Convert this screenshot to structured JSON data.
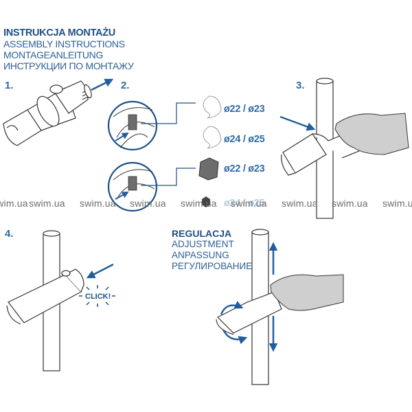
{
  "header": {
    "title_pl": "INSTRUKCJA MONTAŻU",
    "title_en": "ASSEMBLY INSTRUCTIONS",
    "title_de": "MONTAGEANLEITUNG",
    "title_ru": "ИНСТРУКЦИИ ПО МОНТАЖУ"
  },
  "steps": [
    {
      "number": "1."
    },
    {
      "number": "2."
    },
    {
      "number": "3."
    },
    {
      "number": "4."
    }
  ],
  "inserts": [
    {
      "type": "clip-insert",
      "size": "ø22 / ø23"
    },
    {
      "type": "clip-insert",
      "size": "ø24 / ø25"
    },
    {
      "type": "block-insert",
      "size": "ø22 / ø23"
    },
    {
      "type": "block-insert-small",
      "size": "ø24 / ø25"
    }
  ],
  "step4": {
    "click_label": "CLICK!"
  },
  "adjustment": {
    "title_pl": "REGULACJA",
    "title_en": "ADJUSTMENT",
    "title_de": "ANPASSUNG",
    "title_ru": "РЕГУЛИРОВАНИЕ"
  },
  "watermark": {
    "text": "swim.ua",
    "repeat": [
      "swim.ua",
      "swim.ua",
      "swim.ua",
      "swim.ua",
      "swim.ua",
      "swim.ua",
      "swim.ua",
      "swim.ua",
      "swim.ua"
    ]
  },
  "colors": {
    "accent": "#1d4f86",
    "arrow": "#215d9c",
    "insert_gray": "#6d6d6d"
  }
}
